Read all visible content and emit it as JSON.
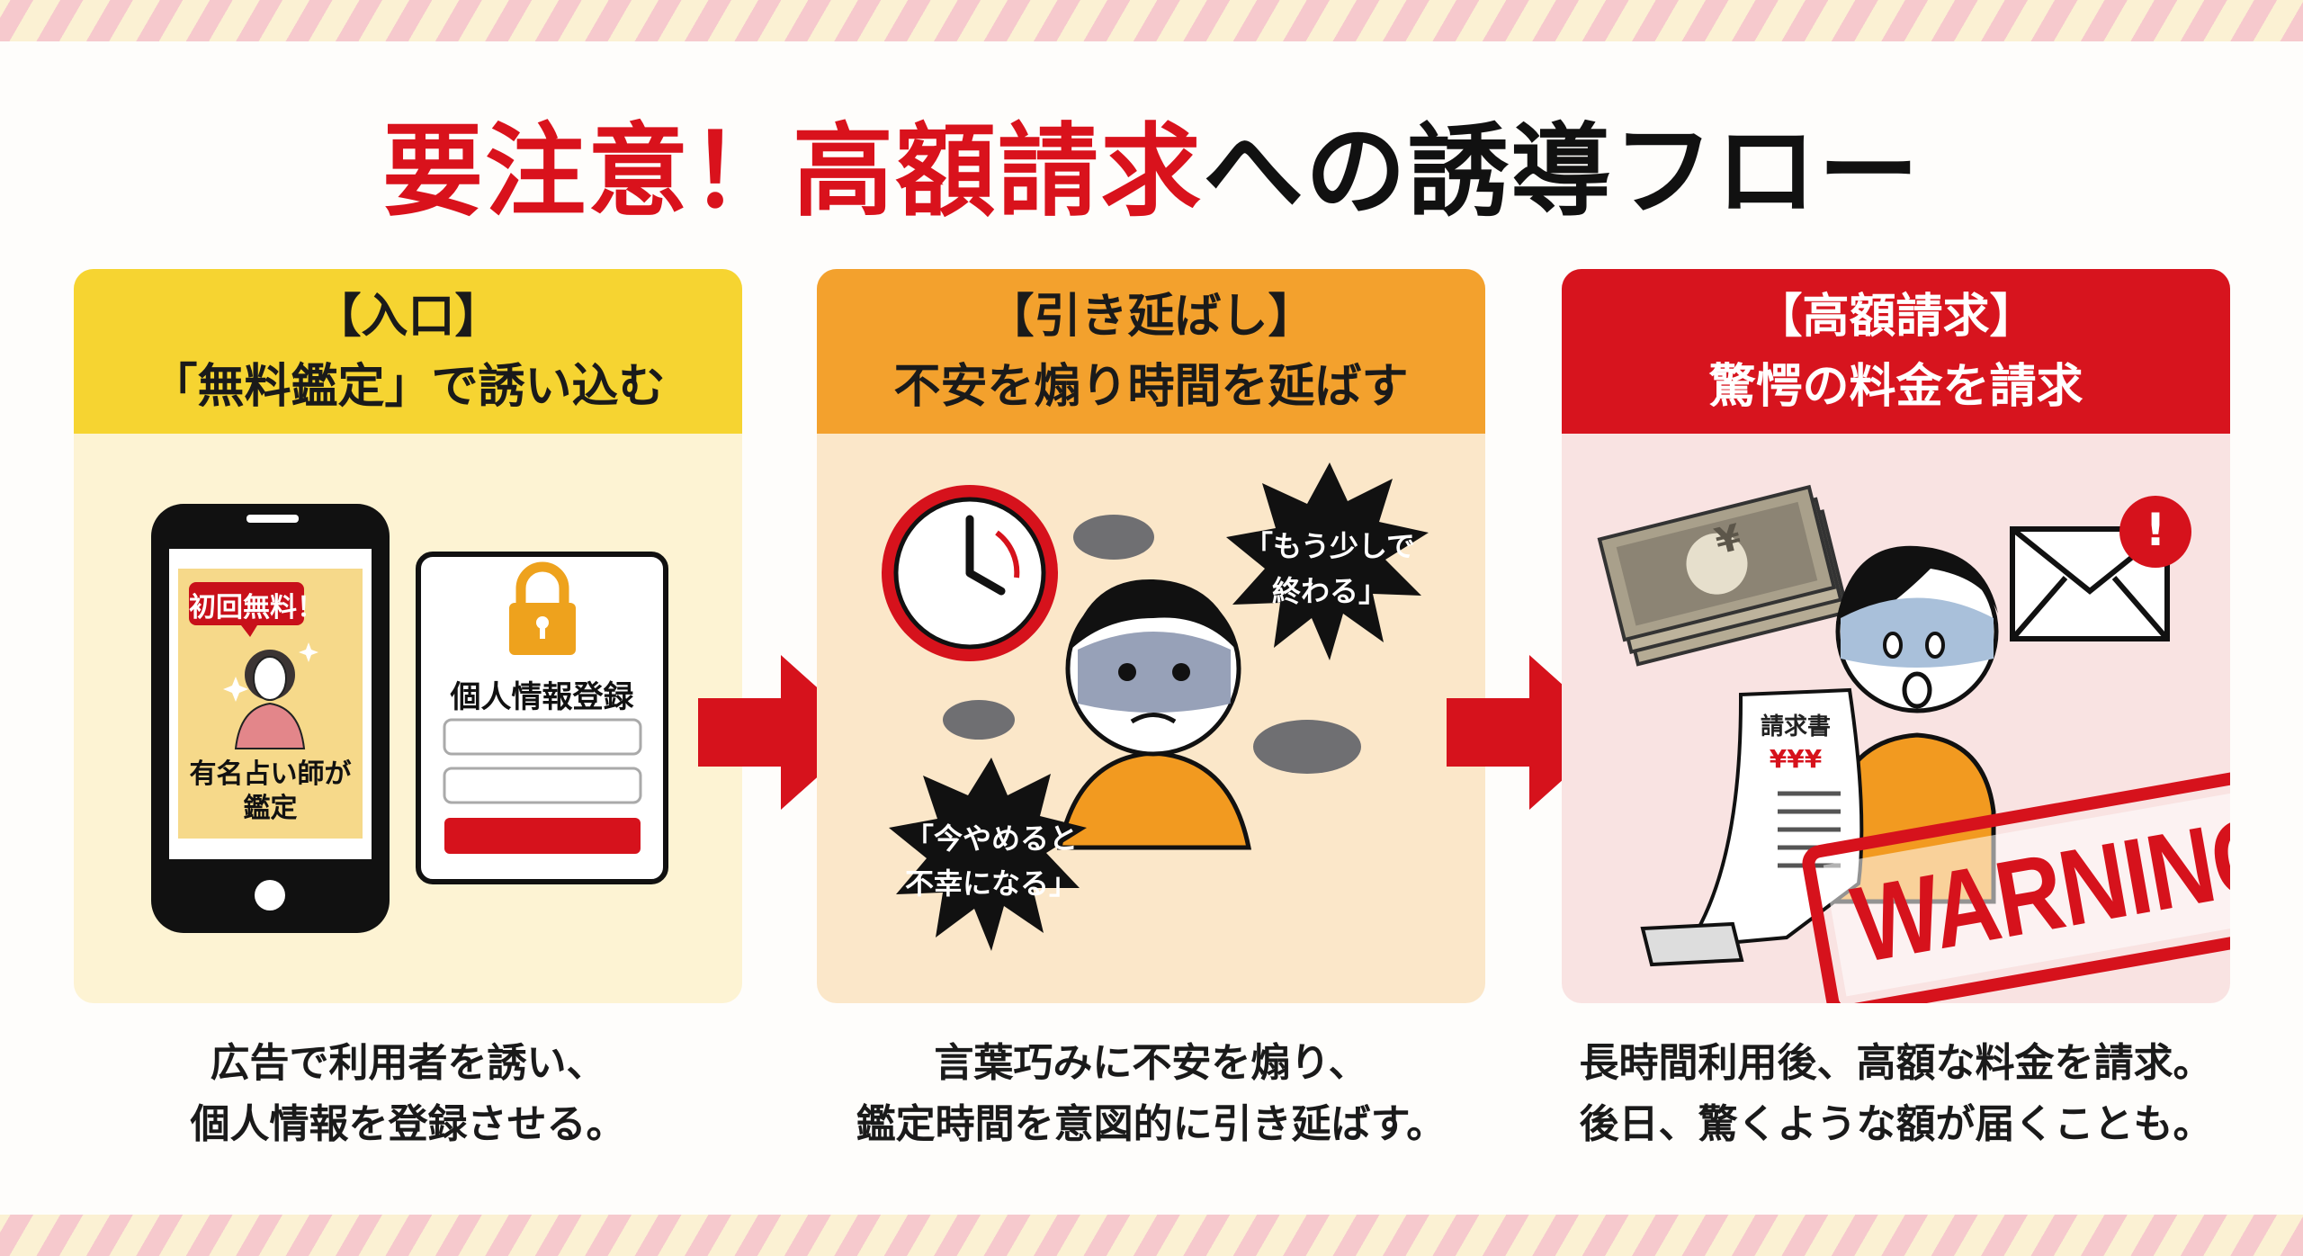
{
  "title": {
    "red": "要注意！高額請求",
    "black": "への誘導フロー"
  },
  "steps": [
    {
      "label": "【入口】",
      "heading": "「無料鑑定」で誘い込む",
      "badge": "初回無料！",
      "phone_text_1": "有名占い師が",
      "phone_text_2": "鑑定",
      "form_title": "個人情報登録",
      "caption_1": "広告で利用者を誘い、",
      "caption_2": "個人情報を登録させる。",
      "colors": {
        "header": "#f6d431",
        "body": "#fdf3d3"
      }
    },
    {
      "label": "【引き延ばし】",
      "heading": "不安を煽り時間を延ばす",
      "bubble_1a": "「もう少しで",
      "bubble_1b": "終わる」",
      "bubble_2a": "「今やめると",
      "bubble_2b": "不幸になる」",
      "caption_1": "言葉巧みに不安を煽り、",
      "caption_2": "鑑定時間を意図的に引き延ばす。",
      "colors": {
        "header": "#f3a12d",
        "body": "#fbe7c9"
      }
    },
    {
      "label": "【高額請求】",
      "heading": "驚愕の料金を請求",
      "money_symbol": "¥",
      "invoice_title": "請求書",
      "invoice_amount": "¥¥¥",
      "alert_mark": "!",
      "stamp": "WARNING",
      "caption_1": "長時間利用後、高額な料金を請求。",
      "caption_2": "後日、驚くような額が届くことも。",
      "colors": {
        "header": "#d7141e",
        "body": "#f9e3e2"
      }
    }
  ],
  "accent": "#d9121c"
}
